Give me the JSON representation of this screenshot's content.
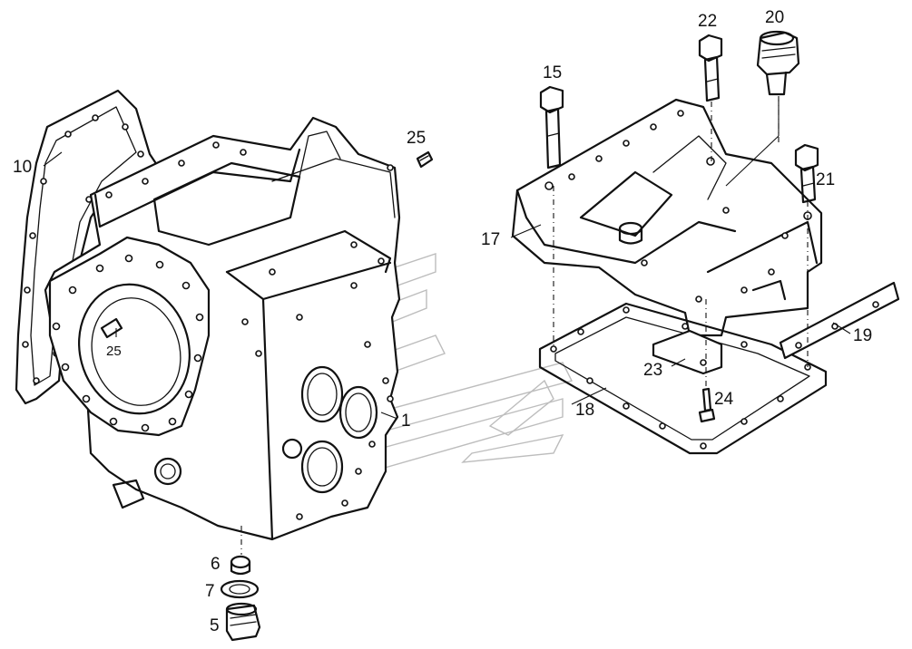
{
  "diagram": {
    "labels": {
      "p1": "1",
      "p5": "5",
      "p6": "6",
      "p7": "7",
      "p10": "10",
      "p15": "15",
      "p17": "17",
      "p18": "18",
      "p19": "19",
      "p20": "20",
      "p21": "21",
      "p22": "22",
      "p23": "23",
      "p24": "24",
      "p25a": "25",
      "p25b": "25"
    }
  }
}
